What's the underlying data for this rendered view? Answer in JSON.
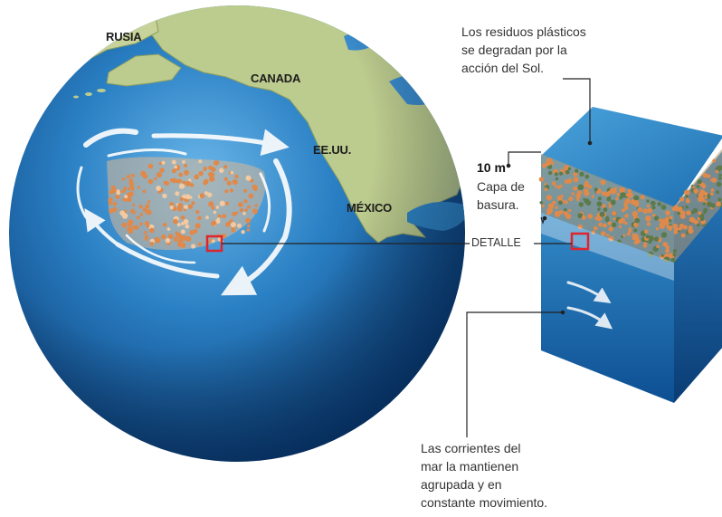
{
  "countries": {
    "russia": "RUSIA",
    "canada": "CANADA",
    "usa": "EE.UU.",
    "mexico": "MÉXICO"
  },
  "annotations": {
    "sun_lines": [
      "Los residuos plásticos",
      "se degradan por la",
      "acción del Sol."
    ],
    "depth_value": "10 m",
    "layer_lines": [
      "Capa de",
      "basura."
    ],
    "detail": "DETALLE",
    "currents_lines": [
      "Las corrientes del",
      "mar la mantienen",
      "agrupada y en",
      "constante movimiento."
    ]
  },
  "colors": {
    "ocean": "#1f6fb3",
    "land": "#b9c98a",
    "debris": "#e0894a",
    "highlight": "#e0242c",
    "leader": "#222222"
  }
}
